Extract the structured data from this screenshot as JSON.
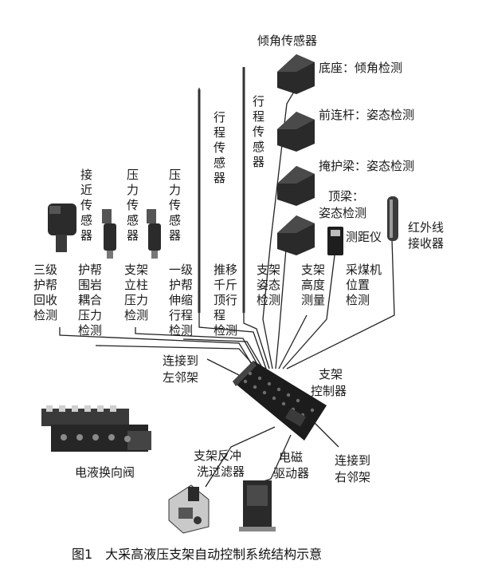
{
  "figure": {
    "caption": "图1　大采高液压支架自动控制系统结构示意"
  },
  "top_labels": {
    "tilt_sensor": "倾角传感器",
    "base": "底座：倾角检测",
    "front_link": "前连杆：姿态检测",
    "shield_beam": "掩护梁：姿态检测",
    "top_beam_line1": "顶梁：",
    "top_beam_line2": "姿态检测",
    "range_finder": "测距仪",
    "ir_receiver_line1": "红外线",
    "ir_receiver_line2": "接收器"
  },
  "vertical_sensors": {
    "proximity": "接近传感器",
    "pressure1": "压力传感器",
    "pressure2": "压力传感器",
    "stroke1": "行程传感器",
    "stroke2": "行程传感器"
  },
  "function_labels": [
    [
      "三级",
      "护帮",
      "回收",
      "检测"
    ],
    [
      "护帮",
      "围岩",
      "耦合",
      "压力",
      "检测"
    ],
    [
      "支架",
      "立柱",
      "压力",
      "检测"
    ],
    [
      "一级",
      "护帮",
      "伸缩",
      "行程",
      "检测"
    ],
    [
      "推移",
      "千斤",
      "顶行",
      "程",
      "检测"
    ],
    [
      "支架",
      "姿态",
      "检测"
    ],
    [
      "支架",
      "高度",
      "测量"
    ],
    [
      "采煤机",
      "位置",
      "检测"
    ]
  ],
  "bottom_labels": {
    "left_link_line1": "连接到",
    "left_link_line2": "左邻架",
    "controller_line1": "支架",
    "controller_line2": "控制器",
    "valve": "电液换向阀",
    "filter_line1": "支架反冲",
    "filter_line2": "洗过滤器",
    "driver_line1": "电磁",
    "driver_line2": "驱动器",
    "right_link_line1": "连接到",
    "right_link_line2": "右邻架"
  }
}
